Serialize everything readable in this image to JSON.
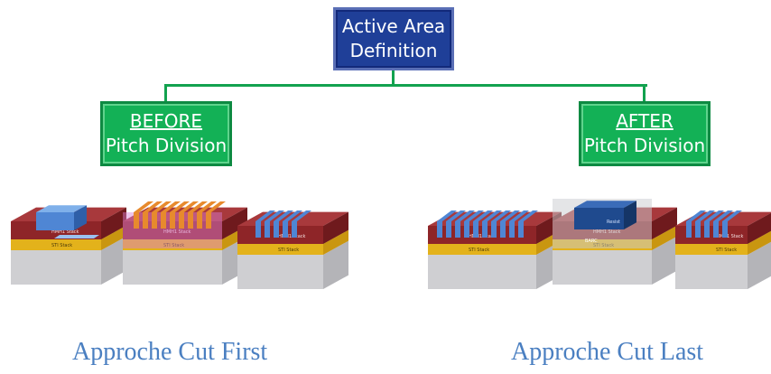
{
  "root": {
    "line1": "Active Area",
    "line2": "Definition"
  },
  "before": {
    "line1": "BEFORE",
    "line2": "Pitch Division"
  },
  "after": {
    "line1": "AFTER",
    "line2": "Pitch Division"
  },
  "captions": {
    "left": "Approche Cut First",
    "right": "Approche Cut Last"
  },
  "layer_labels": {
    "hm": "HMH1 Stack",
    "sti": "STI Stack",
    "resist": "Resist",
    "barc": "BARC"
  },
  "colors": {
    "root": "#1f3f98",
    "green": "#13b156",
    "caption": "#4a7fc1",
    "red": "#8e2528",
    "yellow": "#e3b21b",
    "grey": "#cfcfd2",
    "blue": "#4f86d4",
    "orange": "#e78a2d"
  }
}
